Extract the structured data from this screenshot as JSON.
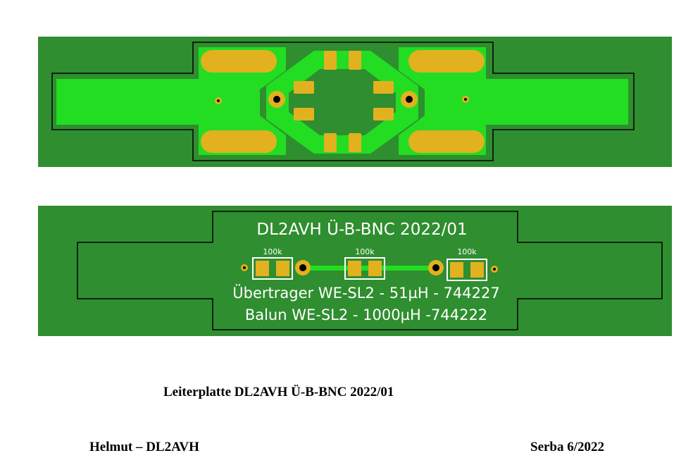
{
  "colors": {
    "board": "#2f8e2f",
    "copper": "#22dd22",
    "pad": "#e2b11f",
    "silk": "#ffffff",
    "outline": "#000000"
  },
  "board_bottom": {
    "title": "DL2AVH Ü-B-BNC 2022/01",
    "resistors": [
      {
        "value": "100k"
      },
      {
        "value": "100k"
      },
      {
        "value": "100k"
      }
    ],
    "line1": "Übertrager WE-SL2 - 51µH - 744227",
    "line2": "Balun WE-SL2 - 1000µH -744222"
  },
  "caption": {
    "title": "Leiterplatte DL2AVH Ü-B-BNC 2022/01",
    "author": "Helmut – DL2AVH",
    "place_date": "Serba 6/2022"
  }
}
